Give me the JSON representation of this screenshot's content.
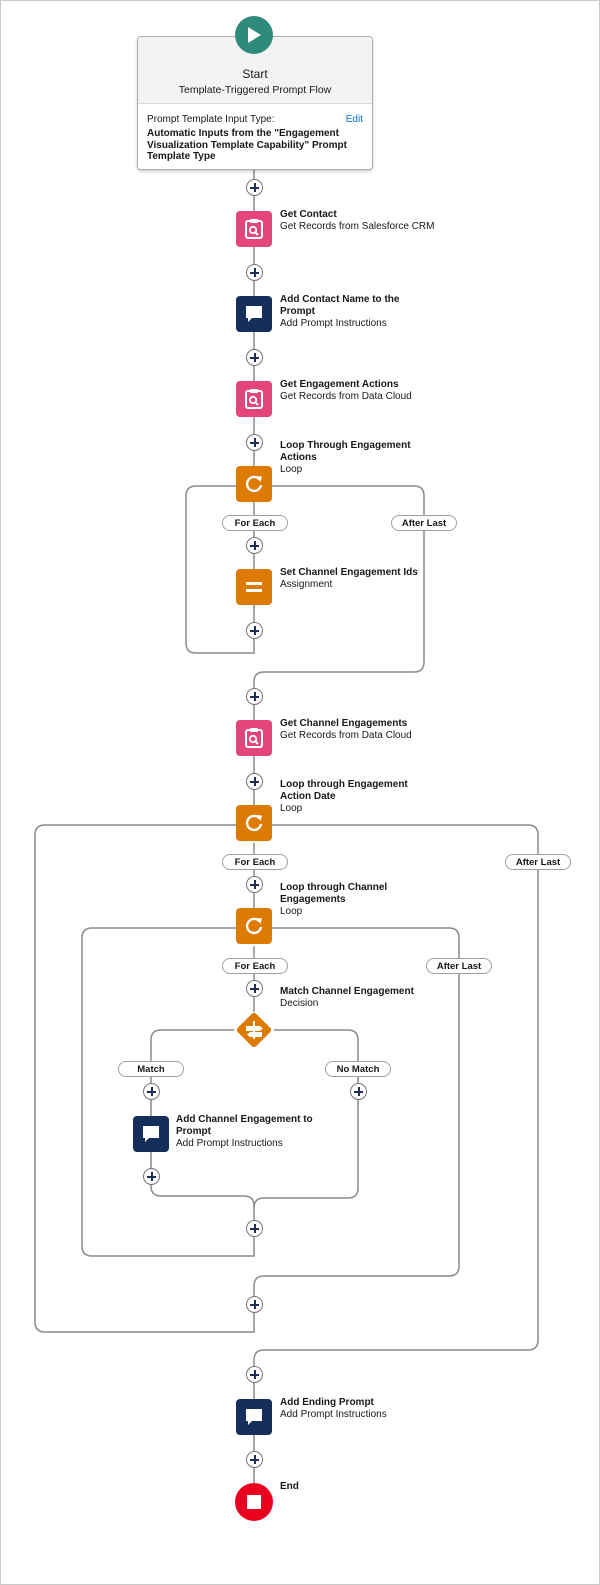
{
  "start": {
    "title": "Start",
    "subtitle": "Template-Triggered Prompt Flow",
    "input_type_label": "Prompt Template Input Type:",
    "edit_label": "Edit",
    "input_type_value": "Automatic Inputs from the \"Engagement Visualization Template Capability\" Prompt Template Type"
  },
  "nodes": {
    "get_contact": {
      "title": "Get Contact",
      "subtitle": "Get Records from Salesforce CRM"
    },
    "add_contact_name": {
      "title": "Add Contact Name to the Prompt",
      "subtitle": "Add Prompt Instructions"
    },
    "get_engagement_actions": {
      "title": "Get Engagement Actions",
      "subtitle": "Get Records from Data Cloud"
    },
    "loop_engagement_actions": {
      "title": "Loop Through Engagement Actions",
      "subtitle": "Loop"
    },
    "set_channel_ids": {
      "title": "Set Channel Engagement Ids",
      "subtitle": "Assignment"
    },
    "get_channel_engagements": {
      "title": "Get Channel Engagements",
      "subtitle": "Get Records from Data Cloud"
    },
    "loop_action_date": {
      "title": "Loop through Engagement Action Date",
      "subtitle": "Loop"
    },
    "loop_channel_engagements": {
      "title": "Loop through Channel Engagements",
      "subtitle": "Loop"
    },
    "match_channel": {
      "title": "Match Channel Engagement",
      "subtitle": "Decision"
    },
    "add_channel_to_prompt": {
      "title": "Add Channel Engagement to Prompt",
      "subtitle": "Add Prompt Instructions"
    },
    "add_ending_prompt": {
      "title": "Add Ending Prompt",
      "subtitle": "Add Prompt Instructions"
    },
    "end": {
      "title": "End"
    }
  },
  "connectors": {
    "for_each": "For Each",
    "after_last": "After Last",
    "match": "Match",
    "no_match": "No Match"
  },
  "colors": {
    "start": "#2e8a7a",
    "get_records": "#e3457c",
    "prompt_instructions": "#162e5c",
    "logic": "#dd7a01",
    "end": "#ea001e",
    "edit_link": "#0176d3",
    "connector": "#8a8a8a"
  }
}
